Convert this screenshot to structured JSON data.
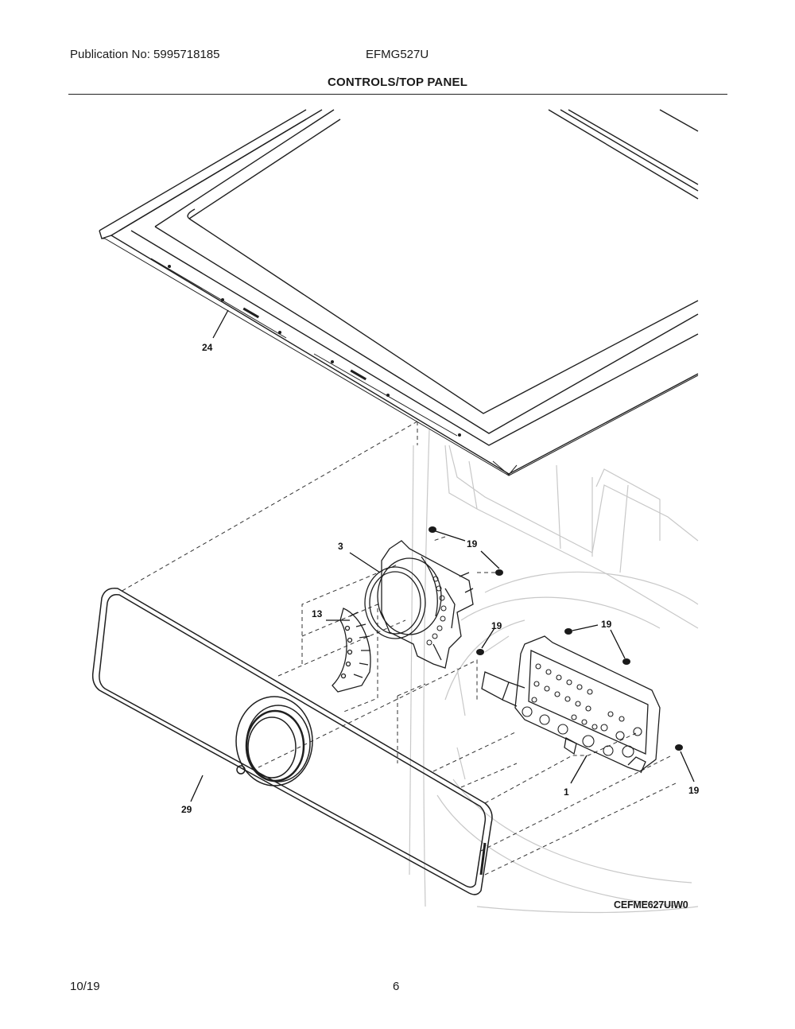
{
  "header": {
    "publication": "Publication No: 5995718185",
    "model": "EFMG527U"
  },
  "title": "CONTROLS/TOP PANEL",
  "callouts": {
    "c24": "24",
    "c3": "3",
    "c19a": "19",
    "c13": "13",
    "c19b": "19",
    "c19c": "19",
    "c1": "1",
    "c19d": "19",
    "c29": "29"
  },
  "diagram_code": "CEFME627UIW0",
  "footer": {
    "date": "10/19",
    "page": "6"
  }
}
